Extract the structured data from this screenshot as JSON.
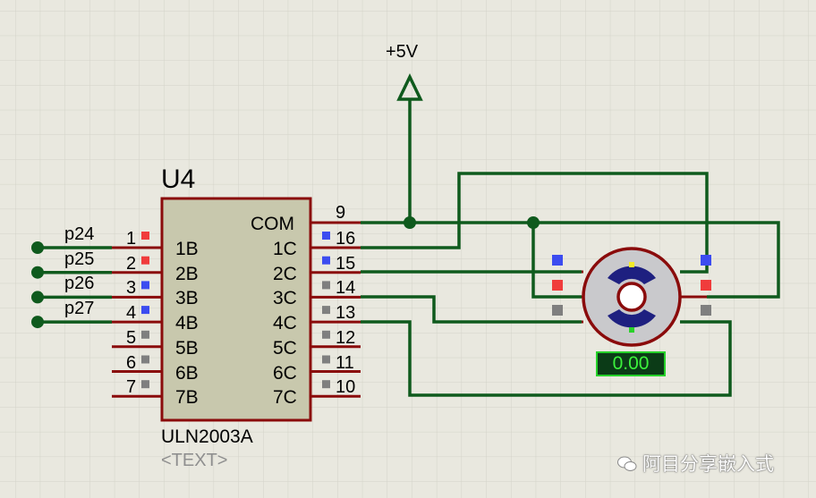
{
  "chip": {
    "ref": "U4",
    "part": "ULN2003A",
    "text_placeholder": "<TEXT>",
    "com_label": "COM",
    "com_pin": "9",
    "left_pins": [
      {
        "num": "1",
        "name": "1B",
        "net": "p24",
        "state": "high"
      },
      {
        "num": "2",
        "name": "2B",
        "net": "p25",
        "state": "high"
      },
      {
        "num": "3",
        "name": "3B",
        "net": "p26",
        "state": "low"
      },
      {
        "num": "4",
        "name": "4B",
        "net": "p27",
        "state": "low"
      },
      {
        "num": "5",
        "name": "5B",
        "net": "",
        "state": "float"
      },
      {
        "num": "6",
        "name": "6B",
        "net": "",
        "state": "float"
      },
      {
        "num": "7",
        "name": "7B",
        "net": "",
        "state": "float"
      }
    ],
    "right_pins": [
      {
        "num": "16",
        "name": "1C",
        "state": "low"
      },
      {
        "num": "15",
        "name": "2C",
        "state": "low"
      },
      {
        "num": "14",
        "name": "3C",
        "state": "float"
      },
      {
        "num": "13",
        "name": "4C",
        "state": "float"
      },
      {
        "num": "12",
        "name": "5C",
        "state": "float"
      },
      {
        "num": "11",
        "name": "6C",
        "state": "float"
      },
      {
        "num": "10",
        "name": "7C",
        "state": "float"
      }
    ]
  },
  "power": {
    "label": "+5V"
  },
  "motor": {
    "readout": "0.00"
  },
  "watermark": {
    "text": "阿目分享嵌入式"
  },
  "colors": {
    "background": "#e9e8df",
    "grid": "#d3d2c8",
    "wire": "#0f5a1d",
    "pin_line": "#8a0b0b",
    "chip_body": "#c8c8ad",
    "chip_border": "#8a0b0b",
    "state_high": "#f03c3c",
    "state_low": "#3c4cf0",
    "state_float": "#7f7f7f"
  }
}
